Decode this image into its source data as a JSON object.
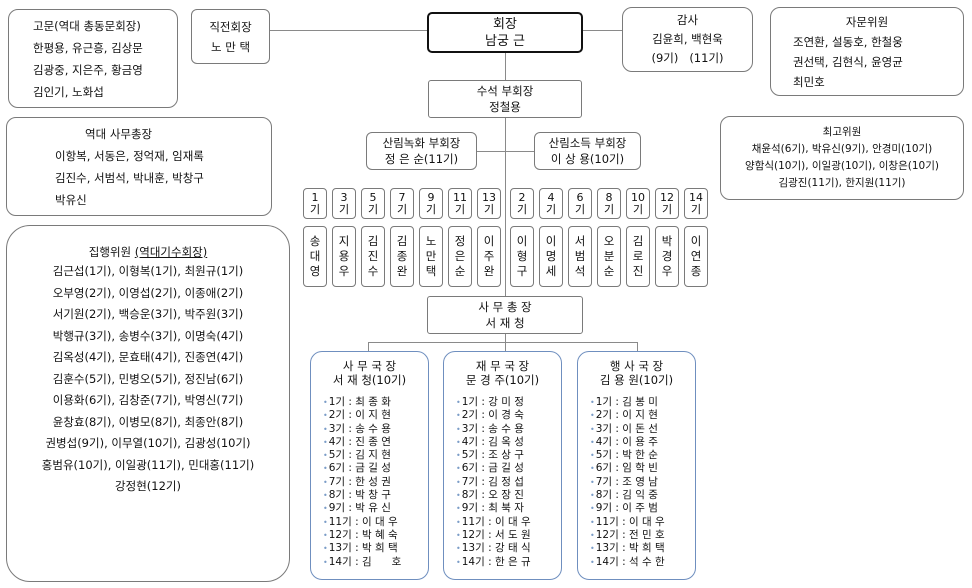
{
  "president": {
    "title": "회장",
    "name": "남궁 근"
  },
  "direct_former": {
    "title": "직전회장",
    "name": "노 만 택"
  },
  "advisors": {
    "title": "고문(역대 총동문회장)",
    "lines": [
      "한평용, 유근흥, 김상문",
      "김광중, 지은주, 황금영",
      "김인기, 노화섭"
    ]
  },
  "auditor": {
    "title": "감사",
    "names": "김윤희, 백현욱",
    "gens": "(9기)   (11기)"
  },
  "consulting": {
    "title": "자문위원",
    "lines": [
      "조연환, 설동호, 한철웅",
      "권선택, 김현식, 윤영균",
      "최민호"
    ]
  },
  "senior_vp": {
    "title": "수석 부회장",
    "name": "정철용"
  },
  "past_secretaries": {
    "title": "역대 사무총장",
    "lines": [
      "이항복, 서동은, 정억재, 임재록",
      "김진수, 서범석, 박내훈, 박창구",
      "박유신"
    ]
  },
  "top_committee": {
    "title": "최고위원",
    "lines": [
      "채윤석(6기), 박유신(9기), 안경미(10기)",
      "양함식(10기), 이일광(10기), 이창은(10기)",
      "김광진(11기), 한지원(11기)"
    ]
  },
  "vp_forest_green": {
    "title": "산림녹화 부회장",
    "name": "정 은 순(11기)"
  },
  "vp_forest_income": {
    "title": "산림소득 부회장",
    "name": "이 상 용(10기)"
  },
  "executive": {
    "title": "집행위원",
    "title_sub": "(역대기수회장)",
    "lines": [
      "김근섭(1기), 이형복(1기), 최원규(1기)",
      "오부영(2기), 이영섭(2기), 이종애(2기)",
      "서기원(2기), 백승운(3기), 박주원(3기)",
      "박행규(3기), 송병수(3기), 이명숙(4기)",
      "김옥성(4기), 문효태(4기), 진종연(4기)",
      "김훈수(5기), 민병오(5기), 정진남(6기)",
      "이용화(6기), 김창준(7기), 박영신(7기)",
      "윤창효(8기), 이병모(8기), 최종안(8기)",
      "권병섭(9기), 이무열(10기), 김광성(10기)",
      "홍범유(10기), 이일광(11기), 민대홍(11기)",
      "강정현(12기)"
    ]
  },
  "green_gens": [
    {
      "gen": [
        "1",
        "기"
      ],
      "name": [
        "송",
        "대",
        "영"
      ]
    },
    {
      "gen": [
        "3",
        "기"
      ],
      "name": [
        "지",
        "용",
        "우"
      ]
    },
    {
      "gen": [
        "5",
        "기"
      ],
      "name": [
        "김",
        "진",
        "수"
      ]
    },
    {
      "gen": [
        "7",
        "기"
      ],
      "name": [
        "김",
        "종",
        "완"
      ]
    },
    {
      "gen": [
        "9",
        "기"
      ],
      "name": [
        "노",
        "만",
        "택"
      ]
    },
    {
      "gen": [
        "11",
        "기"
      ],
      "name": [
        "정",
        "은",
        "순"
      ]
    },
    {
      "gen": [
        "13",
        "기"
      ],
      "name": [
        "이",
        "주",
        "완"
      ]
    }
  ],
  "income_gens": [
    {
      "gen": [
        "2",
        "기"
      ],
      "name": [
        "이",
        "형",
        "구"
      ]
    },
    {
      "gen": [
        "4",
        "기"
      ],
      "name": [
        "이",
        "명",
        "세"
      ]
    },
    {
      "gen": [
        "6",
        "기"
      ],
      "name": [
        "서",
        "범",
        "석"
      ]
    },
    {
      "gen": [
        "8",
        "기"
      ],
      "name": [
        "오",
        "분",
        "순"
      ]
    },
    {
      "gen": [
        "10",
        "기"
      ],
      "name": [
        "김",
        "로",
        "진"
      ]
    },
    {
      "gen": [
        "12",
        "기"
      ],
      "name": [
        "박",
        "경",
        "우"
      ]
    },
    {
      "gen": [
        "14",
        "기"
      ],
      "name": [
        "이",
        "연",
        "종"
      ]
    }
  ],
  "secretary_general": {
    "title": "사 무 총 장",
    "name": "서 재 청"
  },
  "depts": [
    {
      "title": "사 무 국 장",
      "name": "서 재 청(10기)",
      "members": [
        "1기 : 최 종 화",
        "2기 : 이 지 현",
        "3기 : 송 수 용",
        "4기 : 진 종 연",
        "5기 : 김 지 현",
        "6기 : 금 길 성",
        "7기 : 한 성 권",
        "8기 : 박 창 구",
        "9기 : 박 유 신",
        "11기 : 이 대 우",
        "12기 : 박 혜 숙",
        "13기 : 박 희 택",
        "14기 : 김      호"
      ]
    },
    {
      "title": "재 무 국 장",
      "name": "문 경 주(10기)",
      "members": [
        "1기 : 강 미 정",
        "2기 : 이 경 숙",
        "3기 : 송 수 용",
        "4기 : 김 옥 성",
        "5기 : 조 상 구",
        "6기 : 금 길 성",
        "7기 : 김 정 섭",
        "8기 : 오 장 진",
        "9기 : 최 북 자",
        "11기 : 이 대 우",
        "12기 : 서 도 원",
        "13기 : 강 태 식",
        "14기 : 한 은 규"
      ]
    },
    {
      "title": "행 사 국 장",
      "name": "김 용 원(10기)",
      "members": [
        "1기 : 김 봉 미",
        "2기 : 이 지 현",
        "3기 : 이 돈 선",
        "4기 : 이 용 주",
        "5기 : 박 한 순",
        "6기 : 임 학 빈",
        "7기 : 조 영 남",
        "8기 : 김 익 중",
        "9기 : 이 주 범",
        "11기 : 이 대 우",
        "12기 : 전 민 호",
        "13기 : 박 희 택",
        "14기 : 석 수 한"
      ]
    }
  ]
}
